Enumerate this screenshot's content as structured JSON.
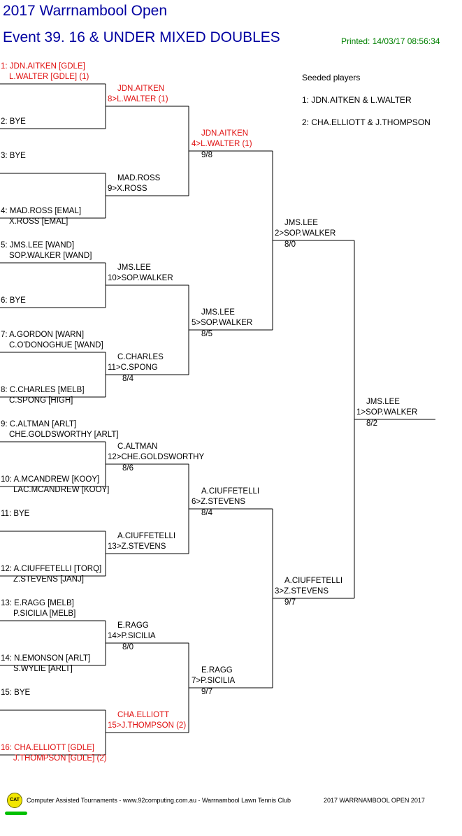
{
  "header": {
    "title": "2017 Warrnambool Open",
    "event": "Event 39. 16 & UNDER MIXED DOUBLES",
    "printed": "Printed: 14/03/17 08:56:34"
  },
  "seeded": {
    "heading": "Seeded players",
    "lines": [
      "1: JDN.AITKEN & L.WALTER",
      "2: CHA.ELLIOTT & J.THOMPSON"
    ]
  },
  "round1": [
    {
      "a": "1: JDN.AITKEN [GDLE]",
      "b": "L.WALTER [GDLE] (1)",
      "seeded": true
    },
    {
      "a": "2: BYE",
      "b": ""
    },
    {
      "a": "3: BYE",
      "b": ""
    },
    {
      "a": "4: MAD.ROSS [EMAL]",
      "b": "X.ROSS [EMAL]"
    },
    {
      "a": "5: JMS.LEE [WAND]",
      "b": "SOP.WALKER [WAND]"
    },
    {
      "a": "6: BYE",
      "b": ""
    },
    {
      "a": "7: A.GORDON [WARN]",
      "b": "C.O'DONOGHUE [WAND]"
    },
    {
      "a": "8: C.CHARLES [MELB]",
      "b": "C.SPONG [HIGH]"
    },
    {
      "a": "9: C.ALTMAN [ARLT]",
      "b": "CHE.GOLDSWORTHY [ARLT]"
    },
    {
      "a": "10: A.MCANDREW [KOOY]",
      "b": "LAC.MCANDREW [KOOY]"
    },
    {
      "a": "11: BYE",
      "b": ""
    },
    {
      "a": "12: A.CIUFFETELLI [TORQ]",
      "b": "Z.STEVENS [JANJ]"
    },
    {
      "a": "13: E.RAGG [MELB]",
      "b": "P.SICILIA [MELB]"
    },
    {
      "a": "14: N.EMONSON [ARLT]",
      "b": "S.WYLIE [ARLT]"
    },
    {
      "a": "15: BYE",
      "b": ""
    },
    {
      "a": "16: CHA.ELLIOTT [GDLE]",
      "b": "J.THOMPSON [GDLE] (2)",
      "seeded": true
    }
  ],
  "round2": [
    {
      "a": "JDN.AITKEN",
      "b": "8>L.WALTER (1)",
      "score": "",
      "seeded": true
    },
    {
      "a": "MAD.ROSS",
      "b": "9>X.ROSS",
      "score": ""
    },
    {
      "a": "JMS.LEE",
      "b": "10>SOP.WALKER",
      "score": ""
    },
    {
      "a": "C.CHARLES",
      "b": "11>C.SPONG",
      "score": "8/4"
    },
    {
      "a": "C.ALTMAN",
      "b": "12>CHE.GOLDSWORTHY",
      "score": "8/6"
    },
    {
      "a": "A.CIUFFETELLI",
      "b": "13>Z.STEVENS",
      "score": ""
    },
    {
      "a": "E.RAGG",
      "b": "14>P.SICILIA",
      "score": "8/0"
    },
    {
      "a": "CHA.ELLIOTT",
      "b": "15>J.THOMPSON (2)",
      "score": "",
      "seeded": true
    }
  ],
  "round3": [
    {
      "a": "JDN.AITKEN",
      "b": "4>L.WALTER (1)",
      "score": "9/8",
      "seeded": true
    },
    {
      "a": "JMS.LEE",
      "b": "5>SOP.WALKER",
      "score": "8/5"
    },
    {
      "a": "A.CIUFFETELLI",
      "b": "6>Z.STEVENS",
      "score": "8/4"
    },
    {
      "a": "E.RAGG",
      "b": "7>P.SICILIA",
      "score": "9/7"
    }
  ],
  "round4": [
    {
      "a": "JMS.LEE",
      "b": "2>SOP.WALKER",
      "score": "8/0"
    },
    {
      "a": "A.CIUFFETELLI",
      "b": "3>Z.STEVENS",
      "score": "9/7"
    }
  ],
  "final": {
    "a": "JMS.LEE",
    "b": "1>SOP.WALKER",
    "score": "8/2"
  },
  "footer": {
    "logo": "CAT",
    "credit": "Computer Assisted Tournaments - www.92computing.com.au -  Warrnambool Lawn Tennis Club",
    "event": "2017 WARRNAMBOOL OPEN 2017"
  }
}
